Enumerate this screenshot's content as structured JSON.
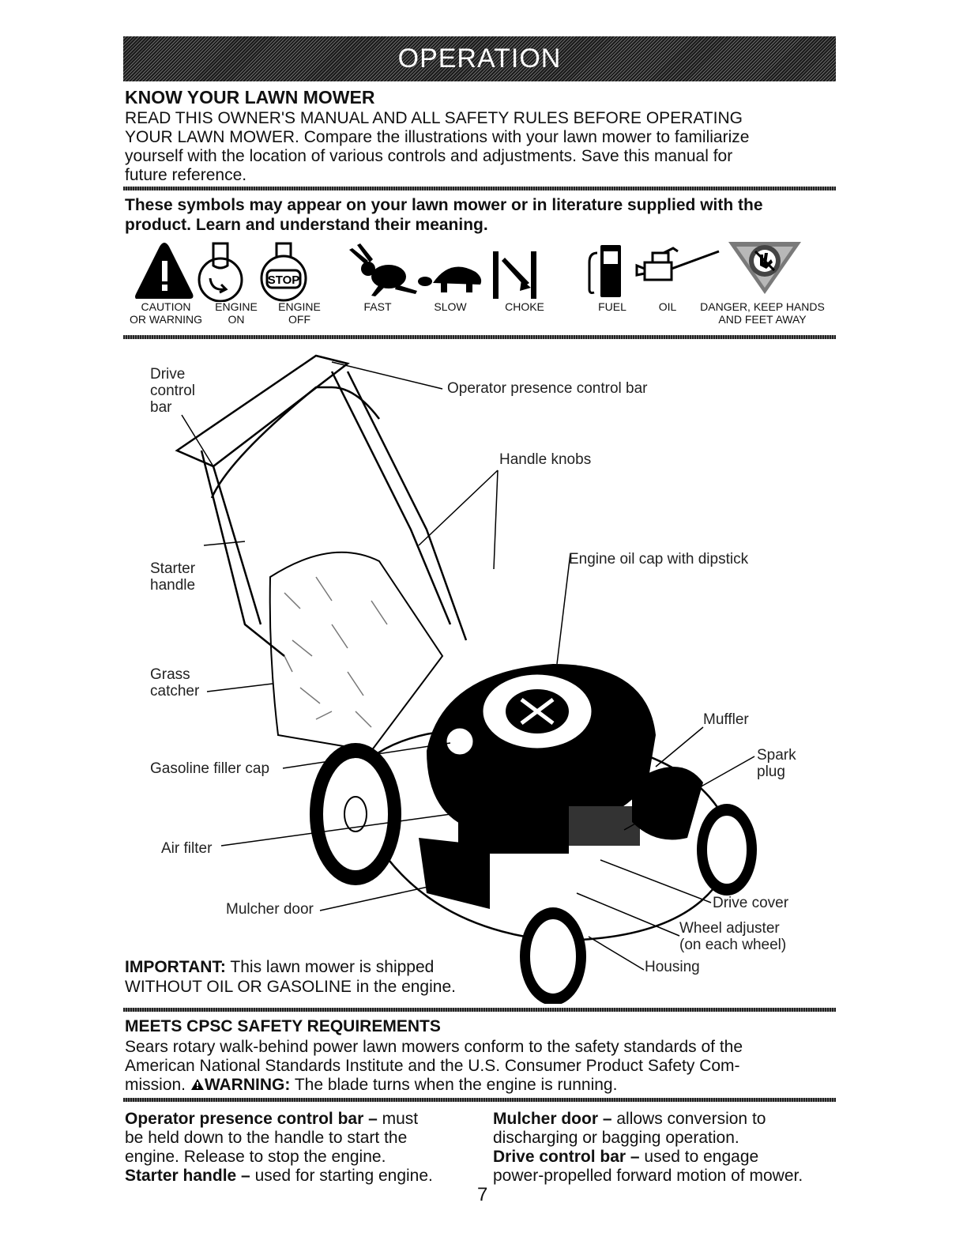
{
  "banner": {
    "title": "OPERATION"
  },
  "know": {
    "heading": "KNOW YOUR LAWN MOWER",
    "lines": [
      "READ THIS OWNER'S MANUAL AND ALL SAFETY RULES BEFORE OPERATING",
      "YOUR LAWN MOWER.  Compare the illustrations with your lawn mower to familiarize",
      "yourself with the location of various controls and adjustments.  Save this manual for",
      "future reference."
    ]
  },
  "symbols": {
    "intro_lines": [
      "These symbols may appear on your lawn mower or in literature supplied with the",
      "product.  Learn and understand their meaning."
    ],
    "items": [
      {
        "label1": "CAUTION",
        "label2": "OR WARNING",
        "icon": "caution-icon"
      },
      {
        "label1": "ENGINE",
        "label2": "ON",
        "icon": "engine-on-icon"
      },
      {
        "label1": "ENGINE",
        "label2": "OFF",
        "icon": "engine-off-icon",
        "stop_text": "STOP"
      },
      {
        "label1": "FAST",
        "label2": "",
        "icon": "rabbit-icon"
      },
      {
        "label1": "SLOW",
        "label2": "",
        "icon": "turtle-icon"
      },
      {
        "label1": "CHOKE",
        "label2": "",
        "icon": "choke-icon"
      },
      {
        "label1": "FUEL",
        "label2": "",
        "icon": "fuel-pump-icon"
      },
      {
        "label1": "OIL",
        "label2": "",
        "icon": "oil-can-icon"
      },
      {
        "label1": "DANGER, KEEP HANDS",
        "label2": "AND FEET AWAY",
        "icon": "keep-hands-away-icon"
      }
    ]
  },
  "diagram": {
    "callouts": {
      "drive_control_bar": [
        "Drive",
        "control",
        "bar"
      ],
      "operator_presence": "Operator presence control bar",
      "handle_knobs": "Handle knobs",
      "engine_oil_cap": "Engine oil cap with dipstick",
      "starter_handle": [
        "Starter",
        "handle"
      ],
      "grass_catcher": [
        "Grass",
        "catcher"
      ],
      "muffler": "Muffler",
      "spark_plug": [
        "Spark",
        "plug"
      ],
      "gasoline_filler_cap": "Gasoline filler cap",
      "air_filter": "Air filter",
      "mulcher_door": "Mulcher door",
      "drive_cover": "Drive cover",
      "wheel_adjuster": [
        "Wheel adjuster",
        "(on each wheel)"
      ],
      "housing": "Housing"
    },
    "important_label": "IMPORTANT:",
    "important_text1": " This lawn mower is shipped",
    "important_text2": "WITHOUT OIL OR GASOLINE in the engine."
  },
  "cpsc": {
    "heading": "MEETS CPSC SAFETY REQUIREMENTS",
    "line1": "Sears rotary walk-behind power lawn mowers conform to the safety standards of the",
    "line2": "American National Standards Institute and the U.S. Consumer Product Safety Com-",
    "line3_a": "mission.  ",
    "warning_label": "WARNING:",
    "line3_b": " The blade turns when the engine is running."
  },
  "definitions": {
    "left": {
      "operator_term": "Operator presence control bar –",
      "operator_def1": " must",
      "operator_def2": "be held down to the handle to start the",
      "operator_def3": "engine.  Release to stop the engine.",
      "starter_term": "Starter handle –",
      "starter_def": " used for starting engine."
    },
    "right": {
      "mulcher_term": "Mulcher door –",
      "mulcher_def1": " allows conversion to",
      "mulcher_def2": "discharging or bagging operation.",
      "drive_term": "Drive control bar –",
      "drive_def1": " used to engage",
      "drive_def2": "power-propelled forward motion of mower."
    }
  },
  "page_number": "7"
}
